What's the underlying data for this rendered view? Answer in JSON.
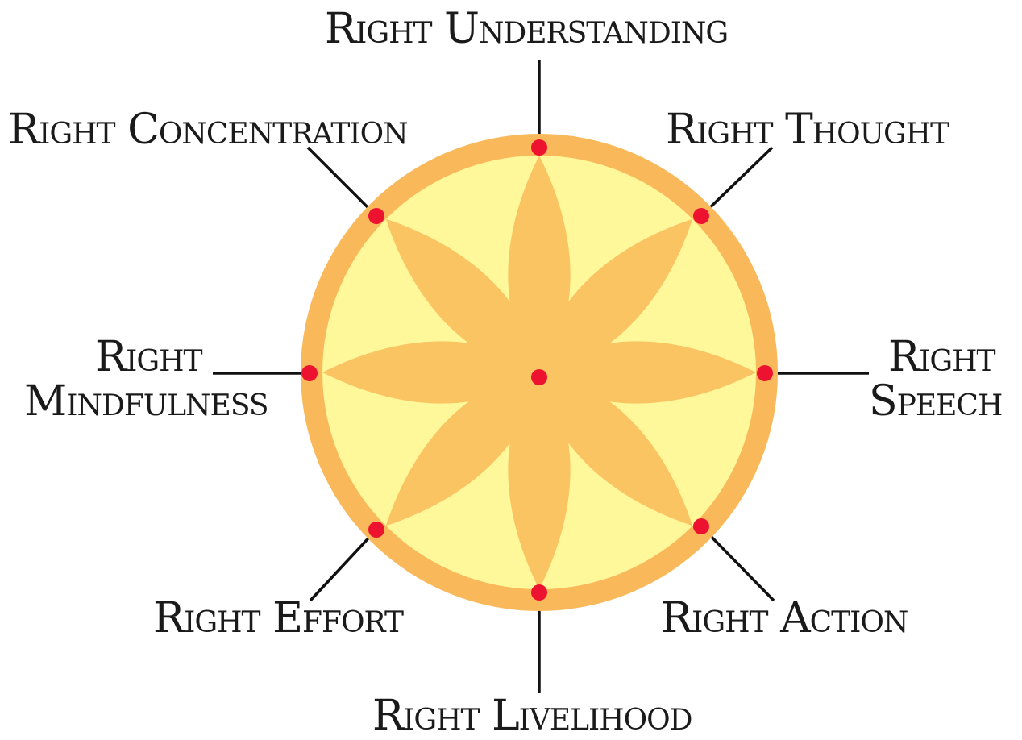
{
  "colors": {
    "rim": "#f9b95a",
    "disc": "#fef89a",
    "petal": "#fbc462",
    "hub": "#fbc462",
    "dot": "#ec1230",
    "line": "#111111",
    "text": "#1a1a1a"
  },
  "labels": {
    "understanding": "Right Understanding",
    "thought": "Right Thought",
    "speech_line1": "Right",
    "speech_line2": "Speech",
    "action": "Right Action",
    "livelihood": "Right Livelihood",
    "effort": "Right Effort",
    "mindfulness_line1": "Right",
    "mindfulness_line2": "Mindfulness",
    "concentration": "Right Concentration"
  }
}
